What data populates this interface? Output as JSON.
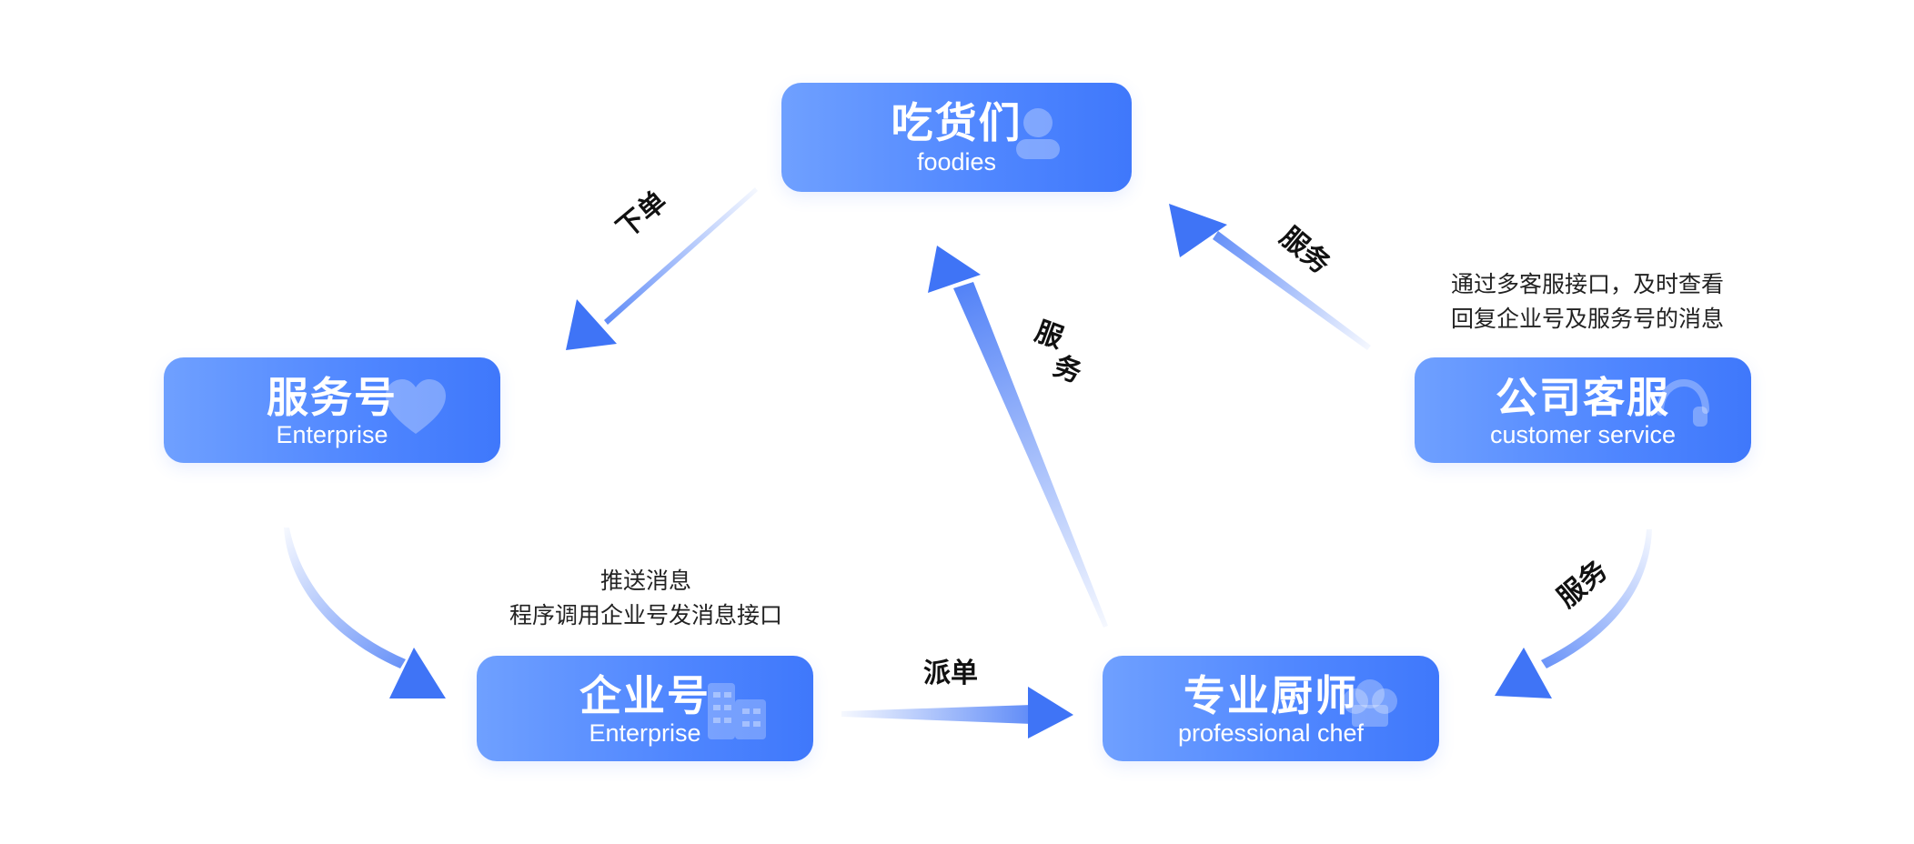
{
  "nodes": {
    "foodies": {
      "title": "吃货们",
      "subtitle": "foodies",
      "icon": "person-icon"
    },
    "service_account": {
      "title": "服务号",
      "subtitle": "Enterprise",
      "icon": "heart-icon"
    },
    "customer_service": {
      "title": "公司客服",
      "subtitle": "customer service",
      "icon": "headset-icon"
    },
    "enterprise_account": {
      "title": "企业号",
      "subtitle": "Enterprise",
      "icon": "building-icon"
    },
    "chef": {
      "title": "专业厨师",
      "subtitle": "professional chef",
      "icon": "chef-hat-icon"
    }
  },
  "edge_labels": {
    "place_order": "下单",
    "service_right": "服务",
    "service_center_1": "服",
    "service_center_2": "务",
    "service_lower_right": "服务",
    "dispatch": "派单"
  },
  "notes": {
    "push_line1": "推送消息",
    "push_line2": "程序调用企业号发消息接口",
    "cs_line1": "通过多客服接口，及时查看",
    "cs_line2": "回复企业号及服务号的消息"
  },
  "colors": {
    "node_start": "#6fa0ff",
    "node_end": "#3f78fb",
    "arrow": "#3f74f6"
  }
}
